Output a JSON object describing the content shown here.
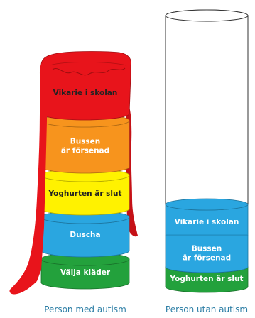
{
  "left_column": {
    "caption": "Person med autism",
    "segments": [
      {
        "label_lines": [
          "Välja kläder"
        ],
        "color": "#23a13c",
        "text_color": "#ffffff"
      },
      {
        "label_lines": [
          "Duscha"
        ],
        "color": "#2aa6e0",
        "text_color": "#ffffff"
      },
      {
        "label_lines": [
          "Yoghurten är slut"
        ],
        "color": "#fff200",
        "text_color": "#222222"
      },
      {
        "label_lines": [
          "Bussen",
          "är försenad"
        ],
        "color": "#f7941d",
        "text_color": "#ffffff"
      },
      {
        "label_lines": [
          "Vikarie i skolan"
        ],
        "color": "#e8141b",
        "text_color": "#222222"
      }
    ],
    "overflow_color": "#e8141b"
  },
  "right_column": {
    "caption": "Person utan autism",
    "segments": [
      {
        "label_lines": [
          "Yoghurten är slut"
        ],
        "color": "#23a13c",
        "text_color": "#ffffff"
      },
      {
        "label_lines": [
          "Bussen",
          "är försenad"
        ],
        "color": "#2aa6e0",
        "text_color": "#ffffff"
      },
      {
        "label_lines": [
          "Vikarie i skolan"
        ],
        "color": "#2aa6e0",
        "text_color": "#ffffff"
      }
    ],
    "empty_color": "#ffffff"
  }
}
